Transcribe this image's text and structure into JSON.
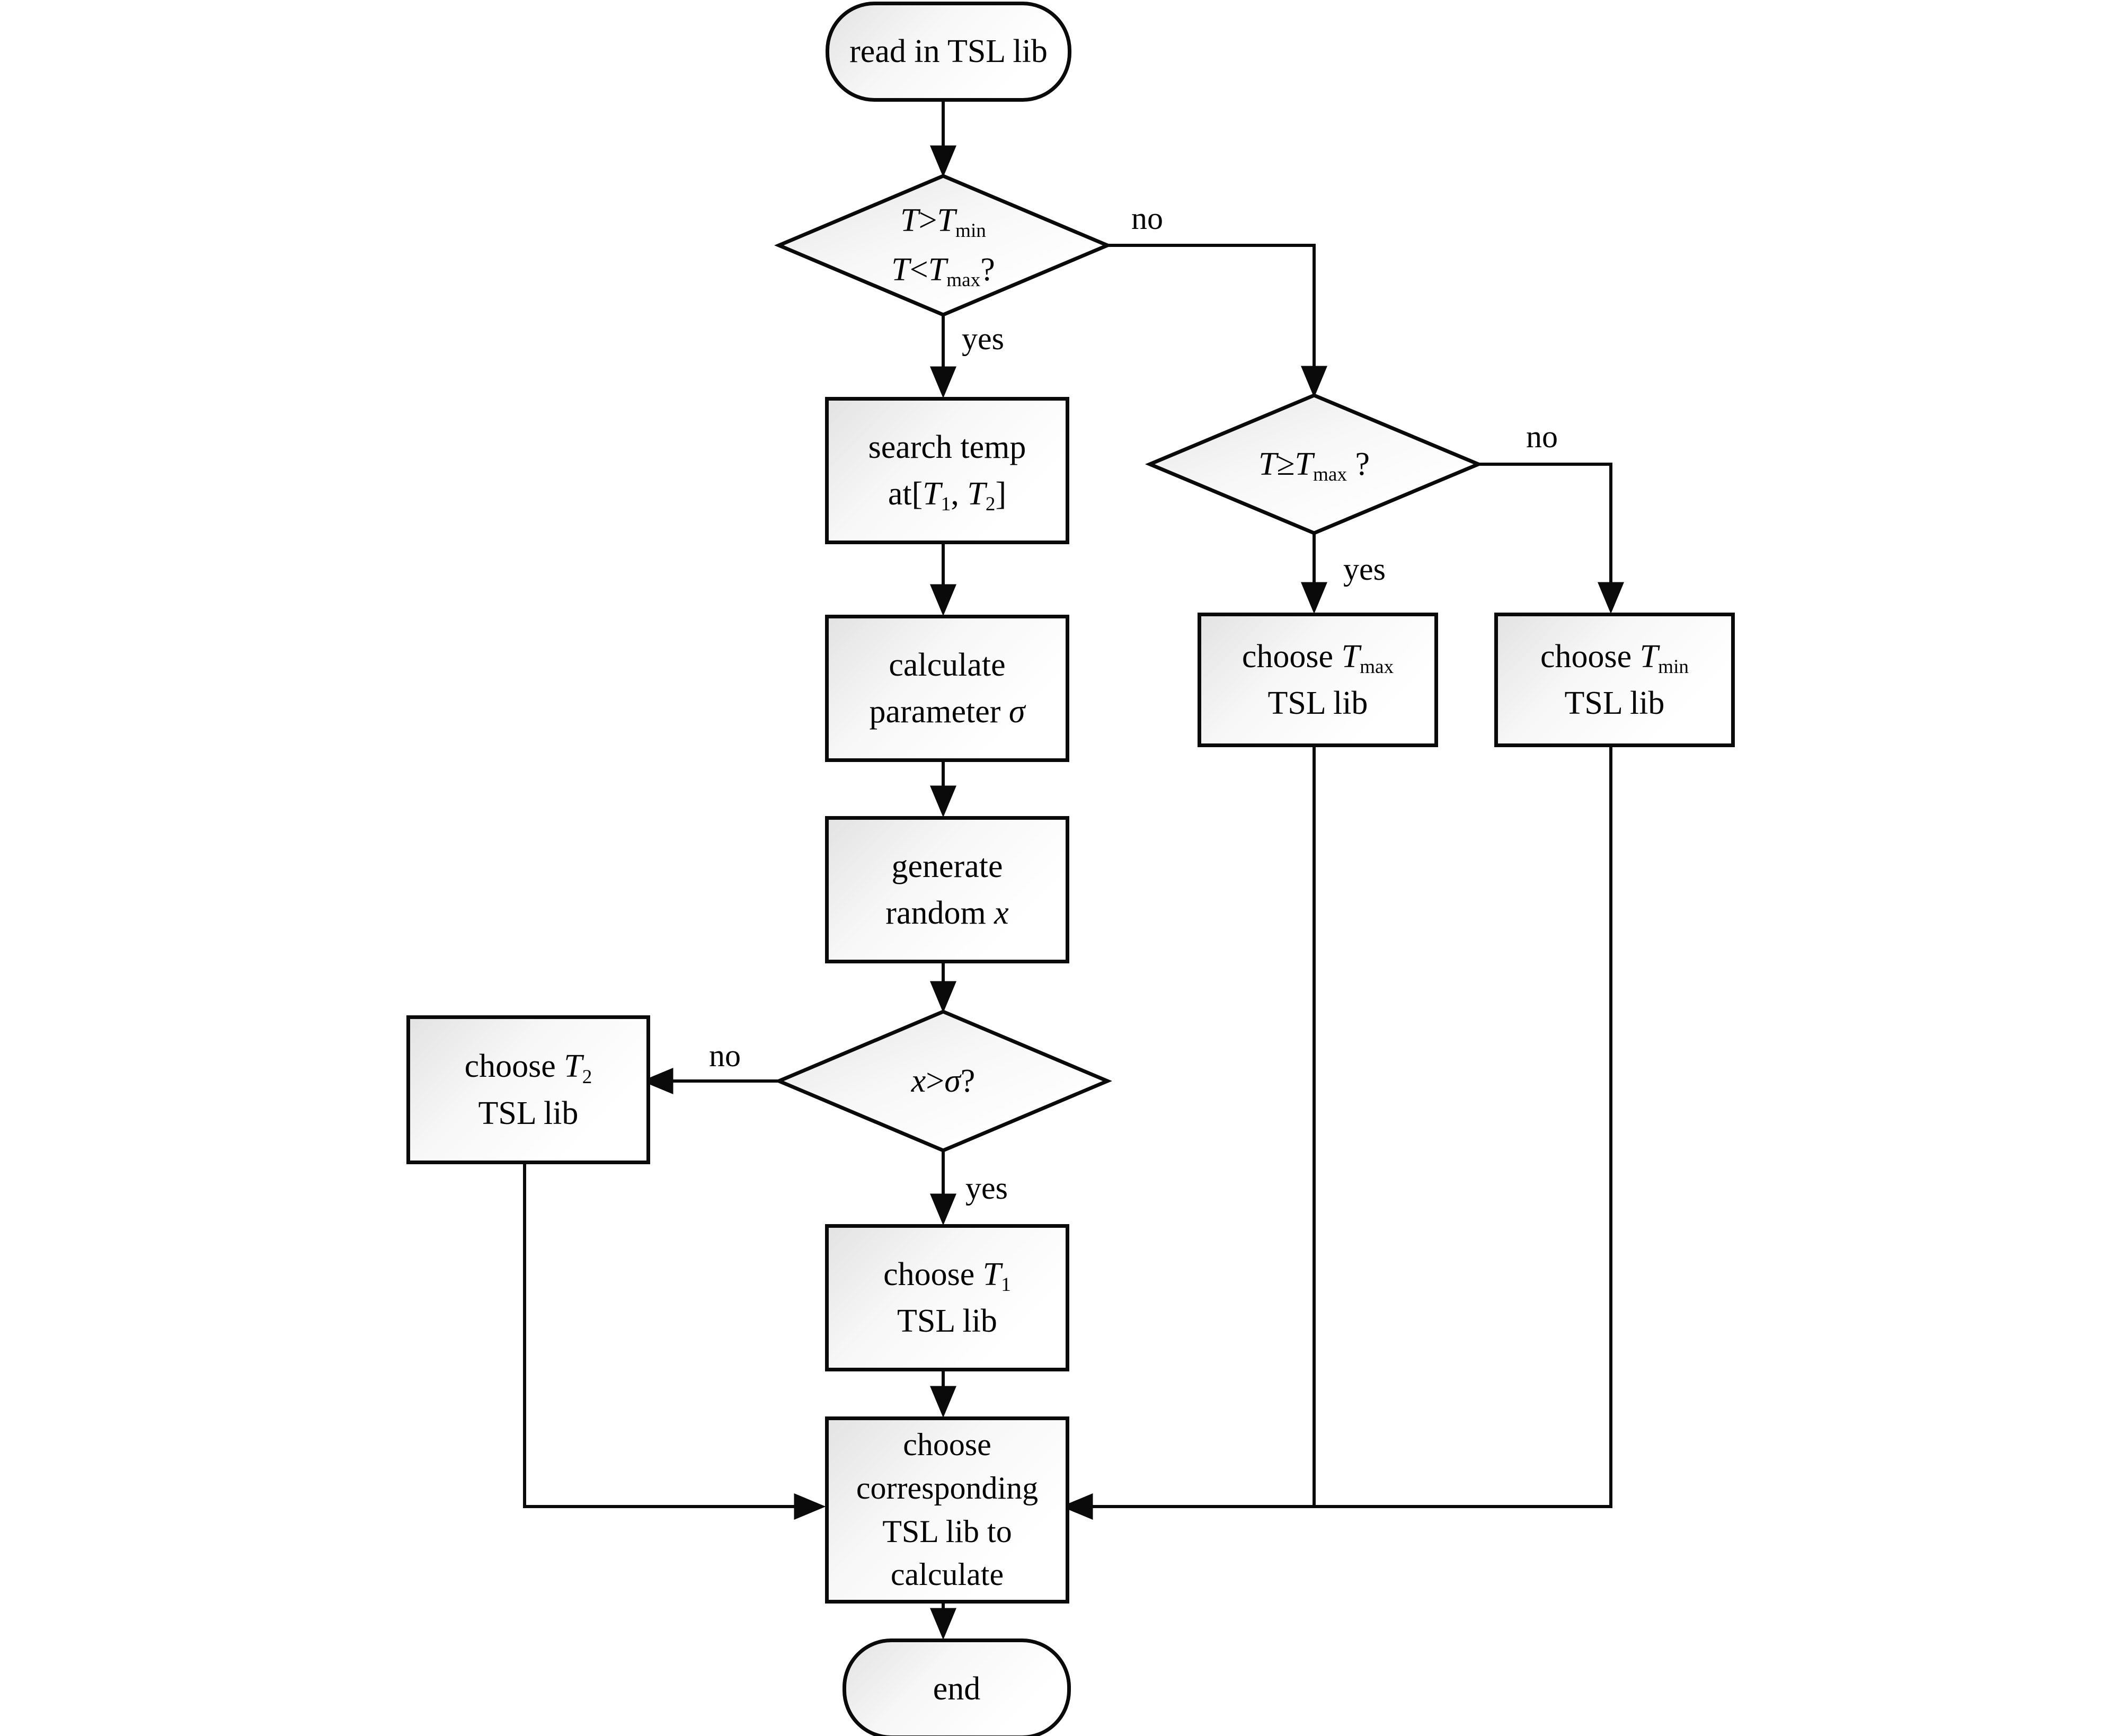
{
  "background": "#ffffff",
  "ink": "#0a0a0a",
  "node_fill": {
    "from": "#e3e3e3",
    "mid": "#f7f7f7",
    "to": "#ffffff"
  },
  "nodes": {
    "start": {
      "shape": "terminator",
      "lines": [
        [
          {
            "t": "read in TSL lib"
          }
        ]
      ]
    },
    "decision_trange": {
      "shape": "decision",
      "lines": [
        [
          {
            "t": "T",
            "i": 1
          },
          {
            "t": ">"
          },
          {
            "t": "T",
            "i": 1
          },
          {
            "t": "min",
            "s": 1
          }
        ],
        [
          {
            "t": "T",
            "i": 1
          },
          {
            "t": "<"
          },
          {
            "t": "T",
            "i": 1
          },
          {
            "t": "max",
            "s": 1
          },
          {
            "t": "?"
          }
        ]
      ]
    },
    "search_temp": {
      "shape": "process",
      "lines": [
        [
          {
            "t": "search temp"
          }
        ],
        [
          {
            "t": "at["
          },
          {
            "t": "T",
            "i": 1
          },
          {
            "t": "1",
            "s": 1
          },
          {
            "t": ", "
          },
          {
            "t": "T",
            "i": 1
          },
          {
            "t": "2",
            "s": 1
          },
          {
            "t": "]"
          }
        ]
      ]
    },
    "calculate_sigma": {
      "shape": "process",
      "lines": [
        [
          {
            "t": "calculate"
          }
        ],
        [
          {
            "t": "parameter "
          },
          {
            "t": "σ",
            "i": 1
          }
        ]
      ]
    },
    "generate_x": {
      "shape": "process",
      "lines": [
        [
          {
            "t": "generate"
          }
        ],
        [
          {
            "t": "random "
          },
          {
            "t": "x",
            "i": 1
          }
        ]
      ]
    },
    "decision_tmax": {
      "shape": "decision",
      "lines": [
        [
          {
            "t": "T",
            "i": 1
          },
          {
            "t": "≥"
          },
          {
            "t": "T",
            "i": 1
          },
          {
            "t": "max",
            "s": 1
          },
          {
            "t": " ?"
          }
        ]
      ]
    },
    "choose_tmax": {
      "shape": "process",
      "lines": [
        [
          {
            "t": "choose "
          },
          {
            "t": "T",
            "i": 1
          },
          {
            "t": "max",
            "s": 1
          }
        ],
        [
          {
            "t": "TSL lib"
          }
        ]
      ]
    },
    "choose_tmin": {
      "shape": "process",
      "lines": [
        [
          {
            "t": "choose "
          },
          {
            "t": "T",
            "i": 1
          },
          {
            "t": "min",
            "s": 1
          }
        ],
        [
          {
            "t": "TSL lib"
          }
        ]
      ]
    },
    "decision_x": {
      "shape": "decision",
      "lines": [
        [
          {
            "t": "x",
            "i": 1
          },
          {
            "t": ">"
          },
          {
            "t": "σ",
            "i": 1
          },
          {
            "t": "?"
          }
        ]
      ]
    },
    "choose_t2": {
      "shape": "process",
      "lines": [
        [
          {
            "t": "choose "
          },
          {
            "t": "T",
            "i": 1
          },
          {
            "t": "2",
            "s": 1
          }
        ],
        [
          {
            "t": "TSL lib"
          }
        ]
      ]
    },
    "choose_t1": {
      "shape": "process",
      "lines": [
        [
          {
            "t": "choose "
          },
          {
            "t": "T",
            "i": 1
          },
          {
            "t": "1",
            "s": 1
          }
        ],
        [
          {
            "t": "TSL lib"
          }
        ]
      ]
    },
    "choose_corresponding": {
      "shape": "process",
      "lines": [
        [
          {
            "t": "choose"
          }
        ],
        [
          {
            "t": "corresponding"
          }
        ],
        [
          {
            "t": "TSL lib to"
          }
        ],
        [
          {
            "t": "calculate"
          }
        ]
      ]
    },
    "end": {
      "shape": "terminator",
      "lines": [
        [
          {
            "t": "end"
          }
        ]
      ]
    }
  },
  "edge_labels": {
    "trange_yes": "yes",
    "trange_no": "no",
    "tmax_yes": "yes",
    "tmax_no": "no",
    "x_yes": "yes",
    "x_no": "no"
  }
}
